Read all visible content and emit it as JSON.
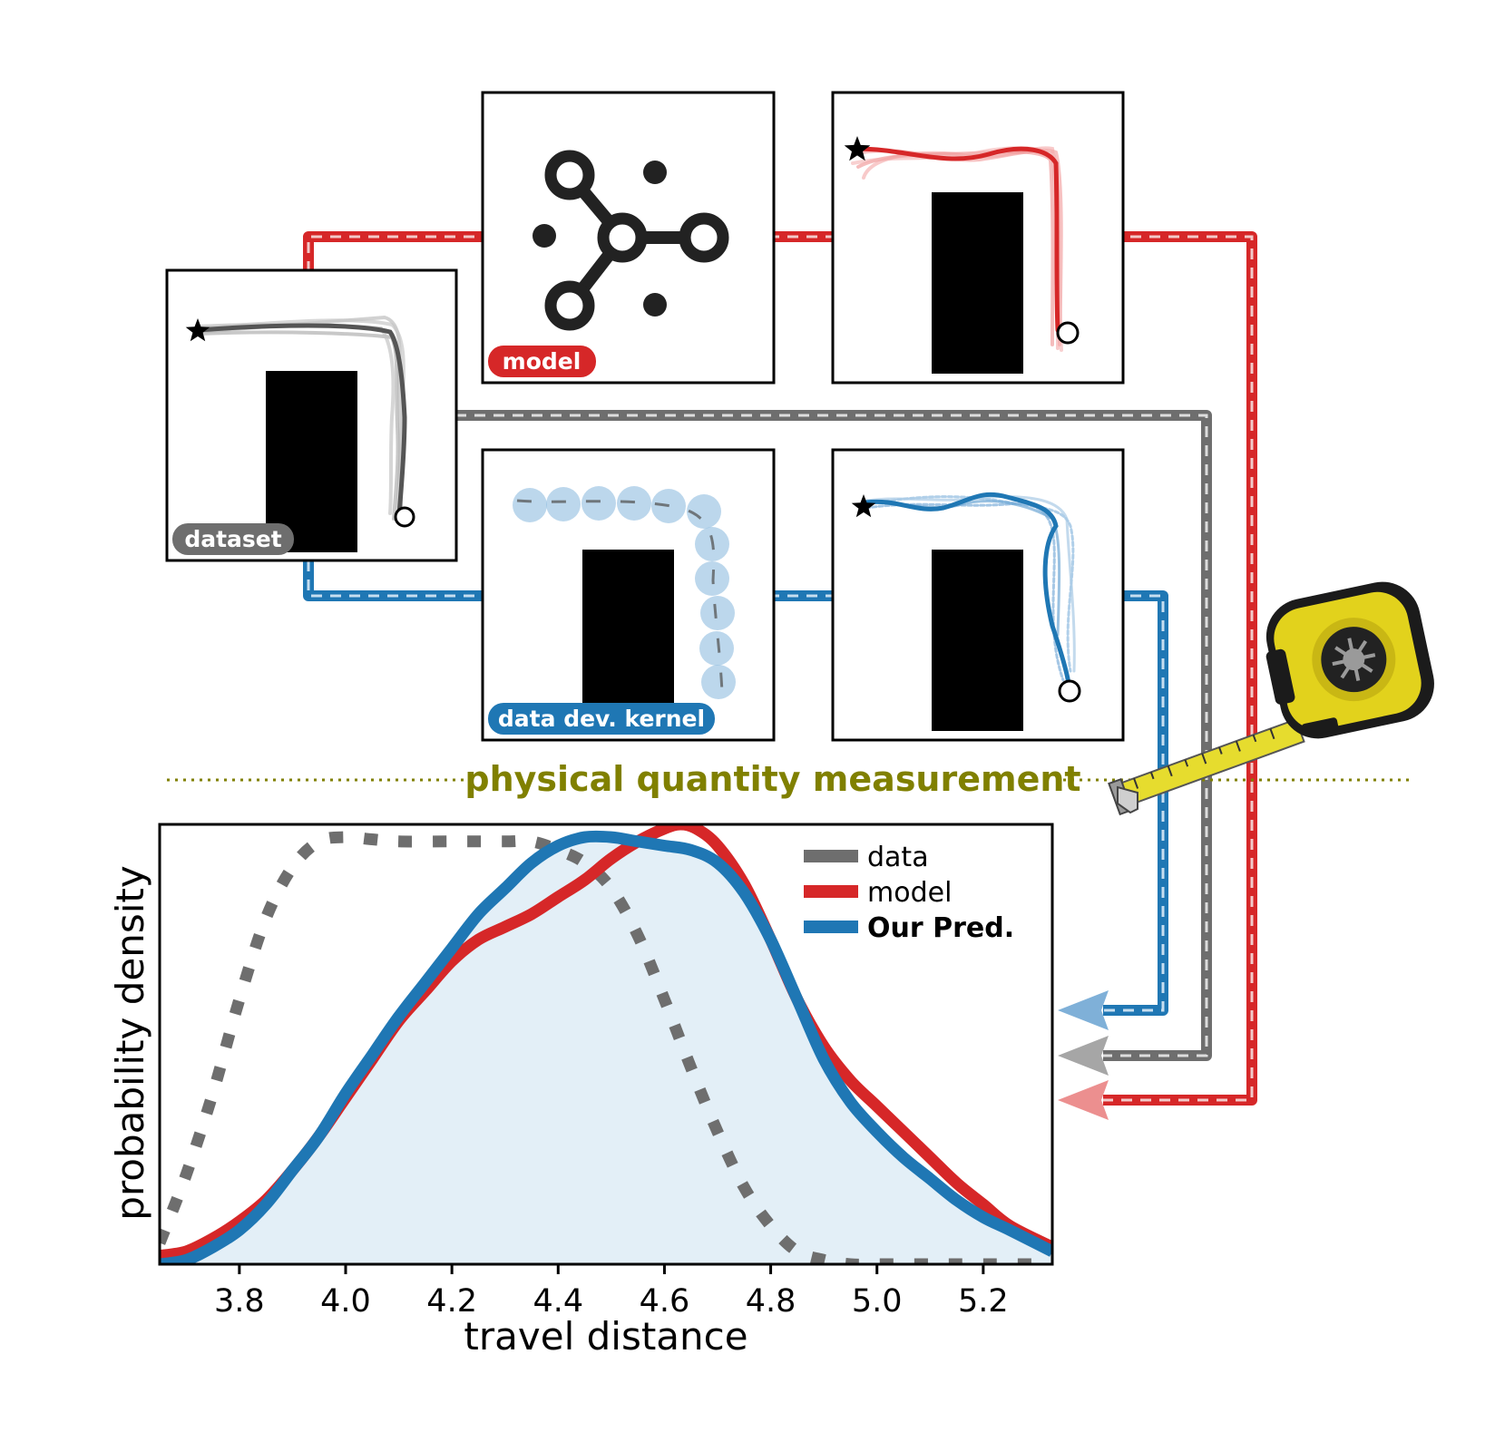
{
  "labels": {
    "dataset": "dataset",
    "model": "model",
    "kernel": "data dev. kernel",
    "measurement": "physical quantity measurement"
  },
  "icons": {
    "model_icon": "network-graph-icon",
    "tape_measure": "tape-measure-icon",
    "start_marker": "star-icon",
    "goal_marker": "circle-icon"
  },
  "colors": {
    "model": "#d62728",
    "data": "#6e6e6e",
    "pred": "#1f77b4",
    "measurement": "#808000",
    "fill": "#e3eff7"
  },
  "chart_data": {
    "type": "line",
    "xlabel": "travel distance",
    "ylabel": "probability density",
    "xlim": [
      3.65,
      5.33
    ],
    "ylim": [
      0,
      1.03
    ],
    "xticks": [
      "3.8",
      "4.0",
      "4.2",
      "4.4",
      "4.6",
      "4.8",
      "5.0",
      "5.2"
    ],
    "legend_position": "top-right",
    "series": [
      {
        "name": "data",
        "color": "#6e6e6e",
        "style": "dotted",
        "x": [
          3.65,
          3.7,
          3.75,
          3.8,
          3.85,
          3.9,
          3.95,
          4.0,
          4.05,
          4.1,
          4.2,
          4.3,
          4.35,
          4.4,
          4.45,
          4.5,
          4.55,
          4.6,
          4.65,
          4.7,
          4.75,
          4.8,
          4.85,
          4.9,
          4.95,
          5.0,
          5.1,
          5.2,
          5.33
        ],
        "y": [
          0.05,
          0.21,
          0.4,
          0.62,
          0.81,
          0.93,
          0.99,
          1.0,
          0.995,
          0.99,
          0.99,
          0.99,
          0.99,
          0.97,
          0.94,
          0.88,
          0.77,
          0.62,
          0.46,
          0.31,
          0.18,
          0.09,
          0.03,
          0.01,
          0.0,
          0.0,
          0.0,
          0.0,
          0.0
        ]
      },
      {
        "name": "model",
        "color": "#d62728",
        "style": "solid",
        "x": [
          3.65,
          3.7,
          3.75,
          3.8,
          3.85,
          3.9,
          3.95,
          4.0,
          4.05,
          4.1,
          4.15,
          4.2,
          4.25,
          4.3,
          4.35,
          4.4,
          4.45,
          4.5,
          4.55,
          4.6,
          4.63,
          4.66,
          4.7,
          4.75,
          4.8,
          4.85,
          4.9,
          4.95,
          5.0,
          5.05,
          5.1,
          5.15,
          5.2,
          5.25,
          5.33
        ],
        "y": [
          0.02,
          0.03,
          0.06,
          0.1,
          0.15,
          0.22,
          0.3,
          0.39,
          0.48,
          0.57,
          0.64,
          0.71,
          0.76,
          0.79,
          0.82,
          0.86,
          0.9,
          0.95,
          0.99,
          1.02,
          1.03,
          1.02,
          0.98,
          0.89,
          0.76,
          0.62,
          0.51,
          0.43,
          0.37,
          0.31,
          0.25,
          0.19,
          0.14,
          0.09,
          0.04
        ]
      },
      {
        "name": "Our Pred.",
        "color": "#1f77b4",
        "style": "solid",
        "x": [
          3.65,
          3.7,
          3.75,
          3.8,
          3.85,
          3.9,
          3.95,
          4.0,
          4.05,
          4.1,
          4.15,
          4.2,
          4.25,
          4.3,
          4.35,
          4.4,
          4.45,
          4.5,
          4.55,
          4.6,
          4.65,
          4.7,
          4.75,
          4.8,
          4.85,
          4.9,
          4.95,
          5.0,
          5.05,
          5.1,
          5.15,
          5.2,
          5.25,
          5.33
        ],
        "y": [
          0.0,
          0.01,
          0.04,
          0.08,
          0.14,
          0.22,
          0.3,
          0.4,
          0.49,
          0.58,
          0.66,
          0.74,
          0.82,
          0.88,
          0.94,
          0.98,
          1.0,
          1.0,
          0.99,
          0.98,
          0.97,
          0.94,
          0.87,
          0.76,
          0.62,
          0.48,
          0.38,
          0.31,
          0.25,
          0.2,
          0.15,
          0.11,
          0.08,
          0.03
        ]
      }
    ]
  }
}
